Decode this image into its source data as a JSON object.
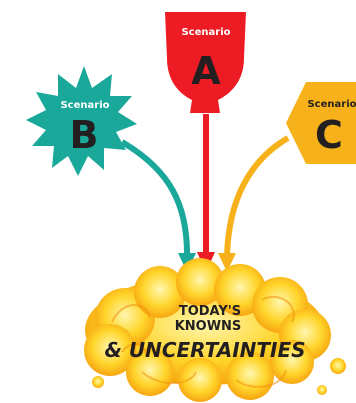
{
  "scenarios": [
    {
      "word": "Scenario",
      "letter": "A",
      "color": "#ed1c24",
      "shape": "shield"
    },
    {
      "word": "Scenario",
      "letter": "B",
      "color": "#1aa89b",
      "shape": "starburst"
    },
    {
      "word": "Scenario",
      "letter": "C",
      "color": "#f7b21b",
      "shape": "hexagon"
    }
  ],
  "center": {
    "line1": "TODAY'S",
    "line2": "KNOWNS",
    "line3": "& UNCERTAINTIES",
    "color": "#f7a81b"
  }
}
